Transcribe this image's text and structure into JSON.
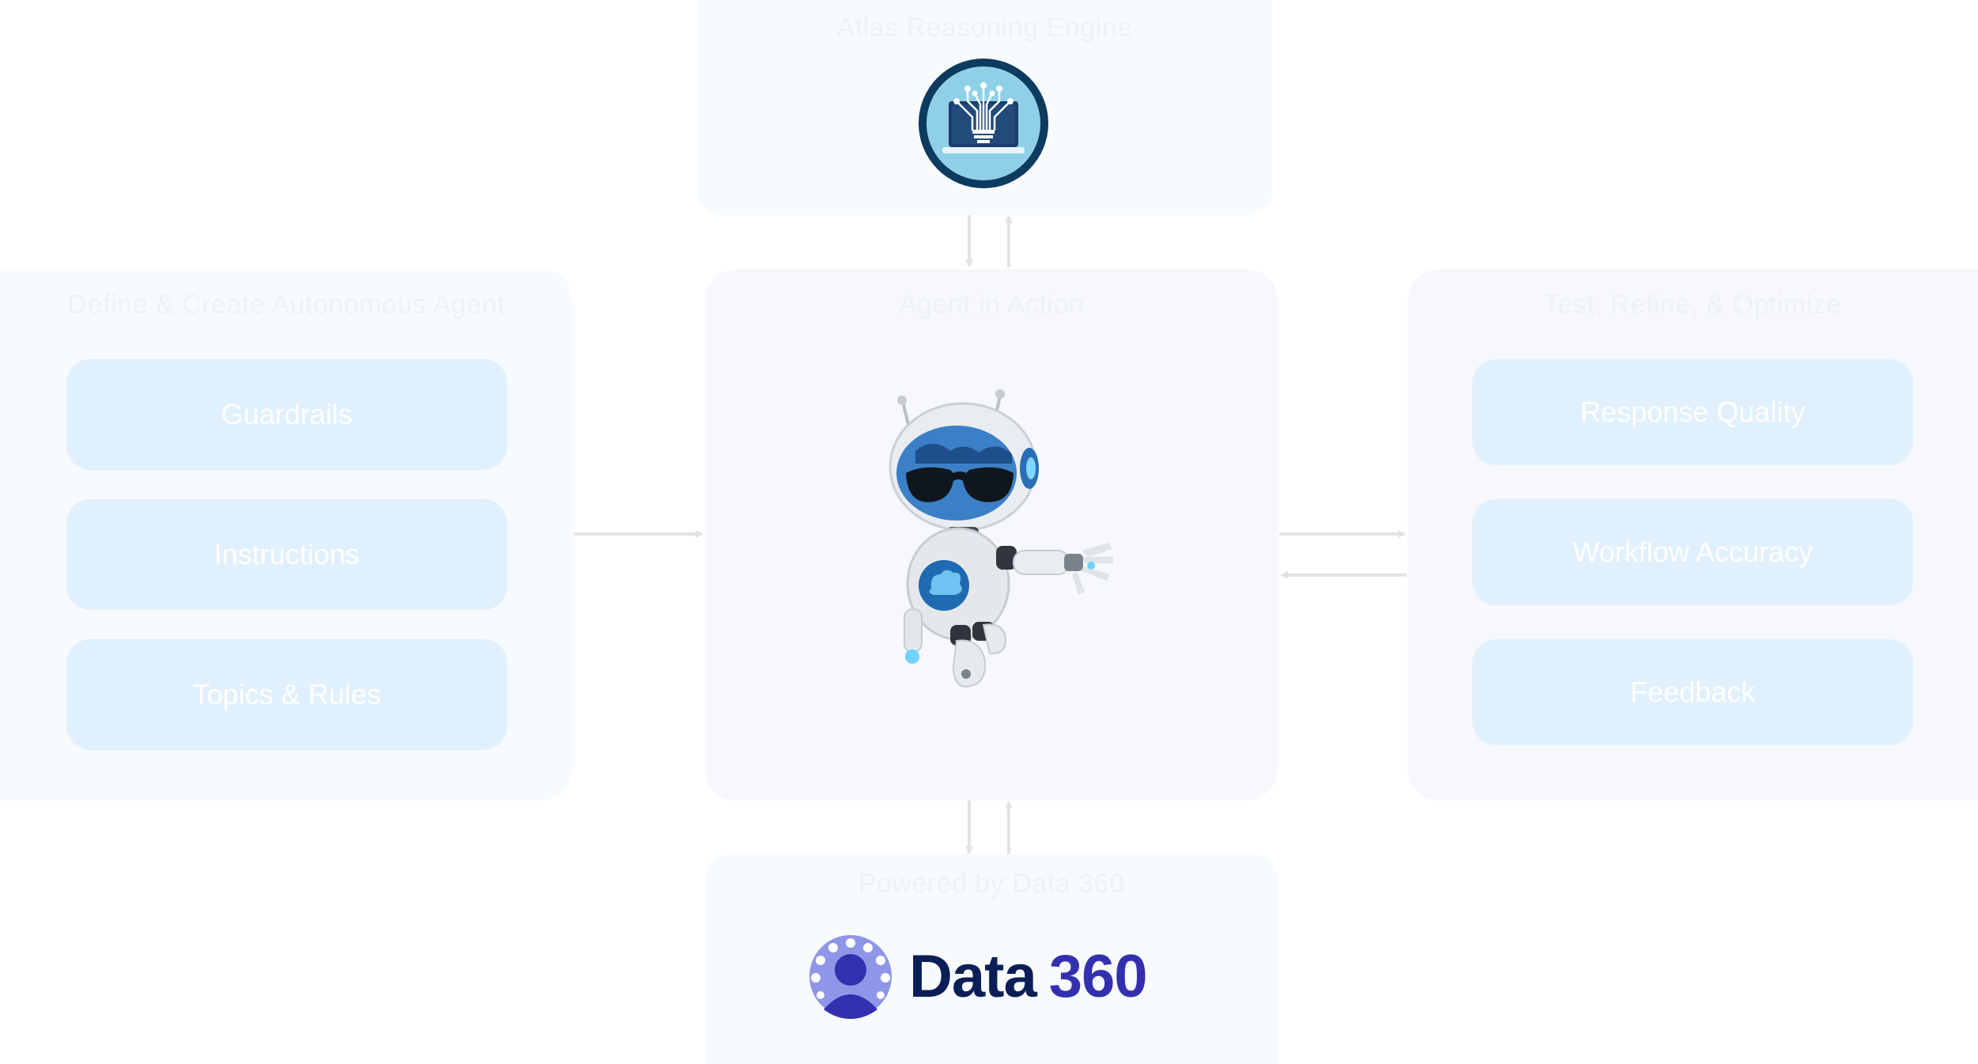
{
  "top_panel": {
    "title": "Atlas Reasoning Engine",
    "icon": "lightbulb-laptop-icon"
  },
  "left_panel": {
    "title": "Define & Create Autonomous Agent",
    "items": [
      "Guardrails",
      "Instructions",
      "Topics & Rules"
    ]
  },
  "center_panel": {
    "title": "Agent in Action",
    "image": "robot-mascot"
  },
  "right_panel": {
    "title": "Test, Refine, & Optimize",
    "items": [
      "Response Quality",
      "Workflow Accuracy",
      "Feedback"
    ]
  },
  "bottom_panel": {
    "title": "Powered by Data 360",
    "logo_text_word": "Data",
    "logo_text_number": "360"
  },
  "colors": {
    "panel_bg": "#f7f9fc",
    "pill_bg": "#e1f0fd",
    "arrow": "#e3e3e3",
    "data_dark": "#0b1f56",
    "data_accent": "#3330b0"
  }
}
